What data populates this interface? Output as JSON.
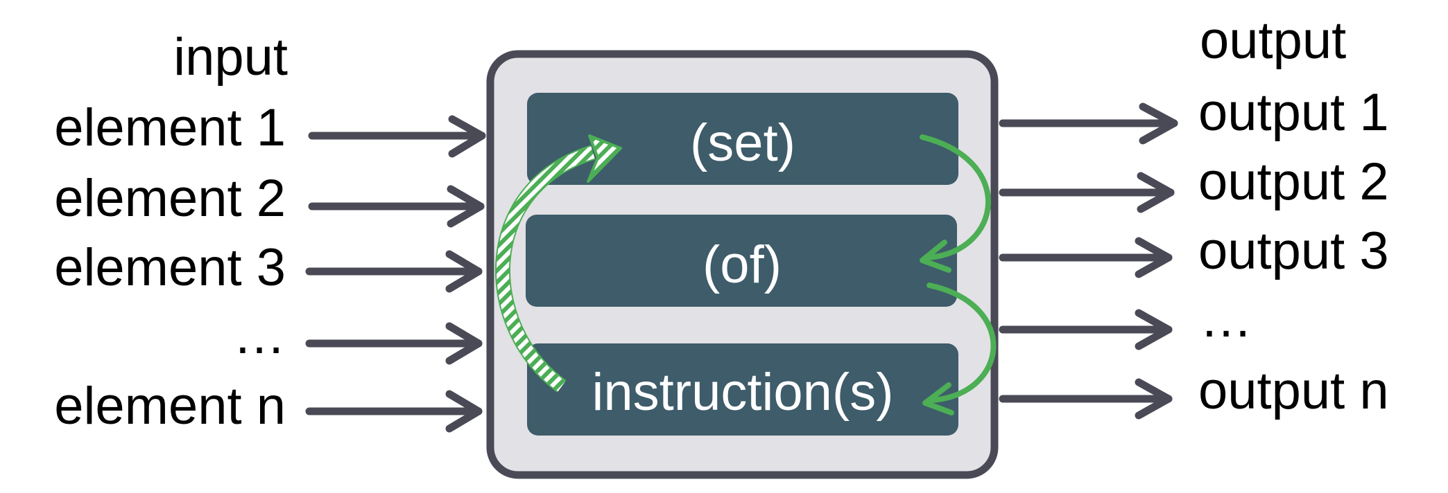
{
  "input": {
    "heading": "input",
    "items": [
      "element 1",
      "element 2",
      "element 3",
      "…",
      "element n"
    ]
  },
  "output": {
    "heading": "output",
    "items": [
      "output 1",
      "output 2",
      "output 3",
      "…",
      "output n"
    ]
  },
  "box": {
    "rows": [
      "(set)",
      "(of)",
      "instruction(s)"
    ]
  },
  "colors": {
    "arrow": "#4a4a57",
    "box_border": "#4a4a57",
    "box_fill": "#e2e1e5",
    "row_fill": "#3e5c6a",
    "row_text": "#ffffff",
    "flow": "#4cae55"
  }
}
